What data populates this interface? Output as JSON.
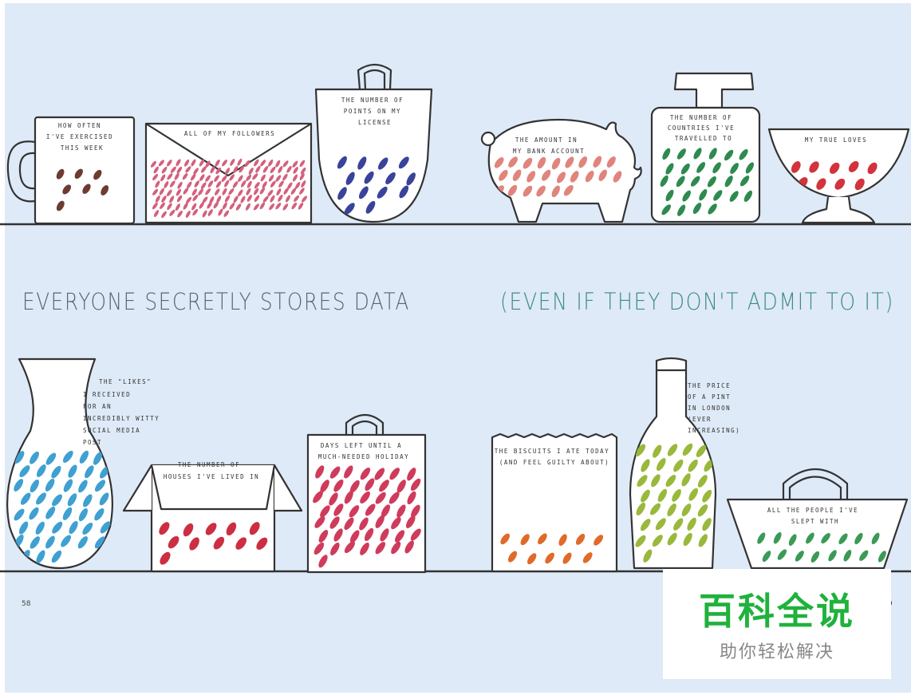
{
  "headline": {
    "left": "EVERYONE SECRETLY STORES DATA",
    "right": "(EVEN IF THEY DON'T ADMIT TO IT)"
  },
  "page_numbers": {
    "left": "58",
    "right": "9"
  },
  "watermark": {
    "title": "百科全说",
    "subtitle": "助你轻松解决"
  },
  "colors": {
    "background": "#deeaf7",
    "line": "#333333",
    "headline_left": "#5b6470",
    "headline_right": "#3d8c80",
    "brown": "#6e3b32",
    "pink": "#d4607e",
    "navy": "#39439a",
    "salmon": "#e0847c",
    "green": "#2e8a4f",
    "red": "#d2333d",
    "blue": "#3fa0d2",
    "crimson": "#cc2e42",
    "rose": "#cf3b5b",
    "orange": "#e06a2a",
    "olive": "#9ab83c",
    "leaf": "#3b9a55"
  },
  "containers": [
    {
      "id": "mug",
      "shape": "mug",
      "lines": [
        "HOW OFTEN",
        "I'VE EXERCISED",
        "THIS WEEK"
      ],
      "color": "brown",
      "dots": 7
    },
    {
      "id": "envelope",
      "shape": "envelope",
      "lines": [
        "ALL OF MY FOLLOWERS"
      ],
      "color": "pink",
      "dots": 150
    },
    {
      "id": "bag",
      "shape": "bag",
      "lines": [
        "THE NUMBER OF",
        "POINTS ON MY",
        "LICENSE"
      ],
      "color": "navy",
      "dots": 14
    },
    {
      "id": "piggy-bank",
      "shape": "pig",
      "lines": [
        "THE AMOUNT IN",
        "MY BANK ACCOUNT"
      ],
      "color": "salmon",
      "dots": 24
    },
    {
      "id": "perfume-bottle",
      "shape": "perfume",
      "lines": [
        "THE NUMBER OF",
        "COUNTRIES I'VE",
        "TRAVELLED TO"
      ],
      "color": "green",
      "dots": 28
    },
    {
      "id": "bowl",
      "shape": "bowl",
      "lines": [
        "MY TRUE LOVES"
      ],
      "color": "red",
      "dots": 9
    },
    {
      "id": "vase",
      "shape": "vase",
      "lines": [
        "THE \"LIKES\"",
        "I RECEIVED",
        "FOR AN",
        "INCREDIBLY WITTY",
        "SOCIAL MEDIA",
        "POST"
      ],
      "color": "blue",
      "dots": 45
    },
    {
      "id": "box",
      "shape": "box",
      "lines": [
        "THE NUMBER OF",
        "HOUSES I'VE LIVED IN"
      ],
      "color": "crimson",
      "dots": 11
    },
    {
      "id": "shopping-bag",
      "shape": "shopbag",
      "lines": [
        "DAYS LEFT UNTIL A",
        "MUCH-NEEDED HOLIDAY"
      ],
      "color": "rose",
      "dots": 50
    },
    {
      "id": "paper-bag",
      "shape": "paperbag",
      "lines": [
        "THE BISCUITS I ATE TODAY",
        "(AND FEEL GUILTY ABOUT)"
      ],
      "color": "orange",
      "dots": 11
    },
    {
      "id": "wine-bottle",
      "shape": "wine",
      "lines": [
        "THE PRICE",
        "OF A PINT",
        "IN LONDON",
        "(EVER",
        "INCREASING)"
      ],
      "color": "olive",
      "dots": 36
    },
    {
      "id": "basket",
      "shape": "basket",
      "lines": [
        "ALL THE PEOPLE I'VE",
        "SLEPT WITH"
      ],
      "color": "leaf",
      "dots": 16
    }
  ]
}
